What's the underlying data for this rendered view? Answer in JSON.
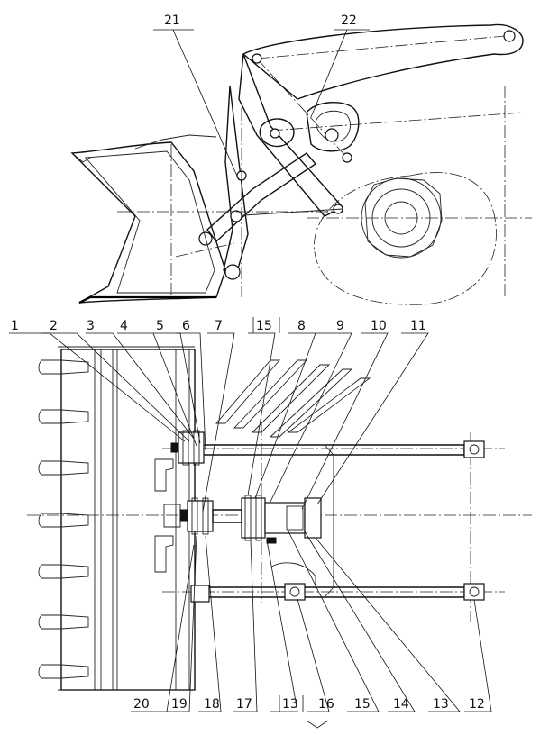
{
  "callouts_top": [
    "21",
    "22"
  ],
  "callouts_row_upper": [
    "1",
    "2",
    "3",
    "4",
    "5",
    "6",
    "7",
    "15",
    "8",
    "9",
    "10",
    "11"
  ],
  "callouts_row_lower": [
    "20",
    "19",
    "18",
    "17",
    "13",
    "16",
    "15",
    "14",
    "13",
    "12"
  ]
}
